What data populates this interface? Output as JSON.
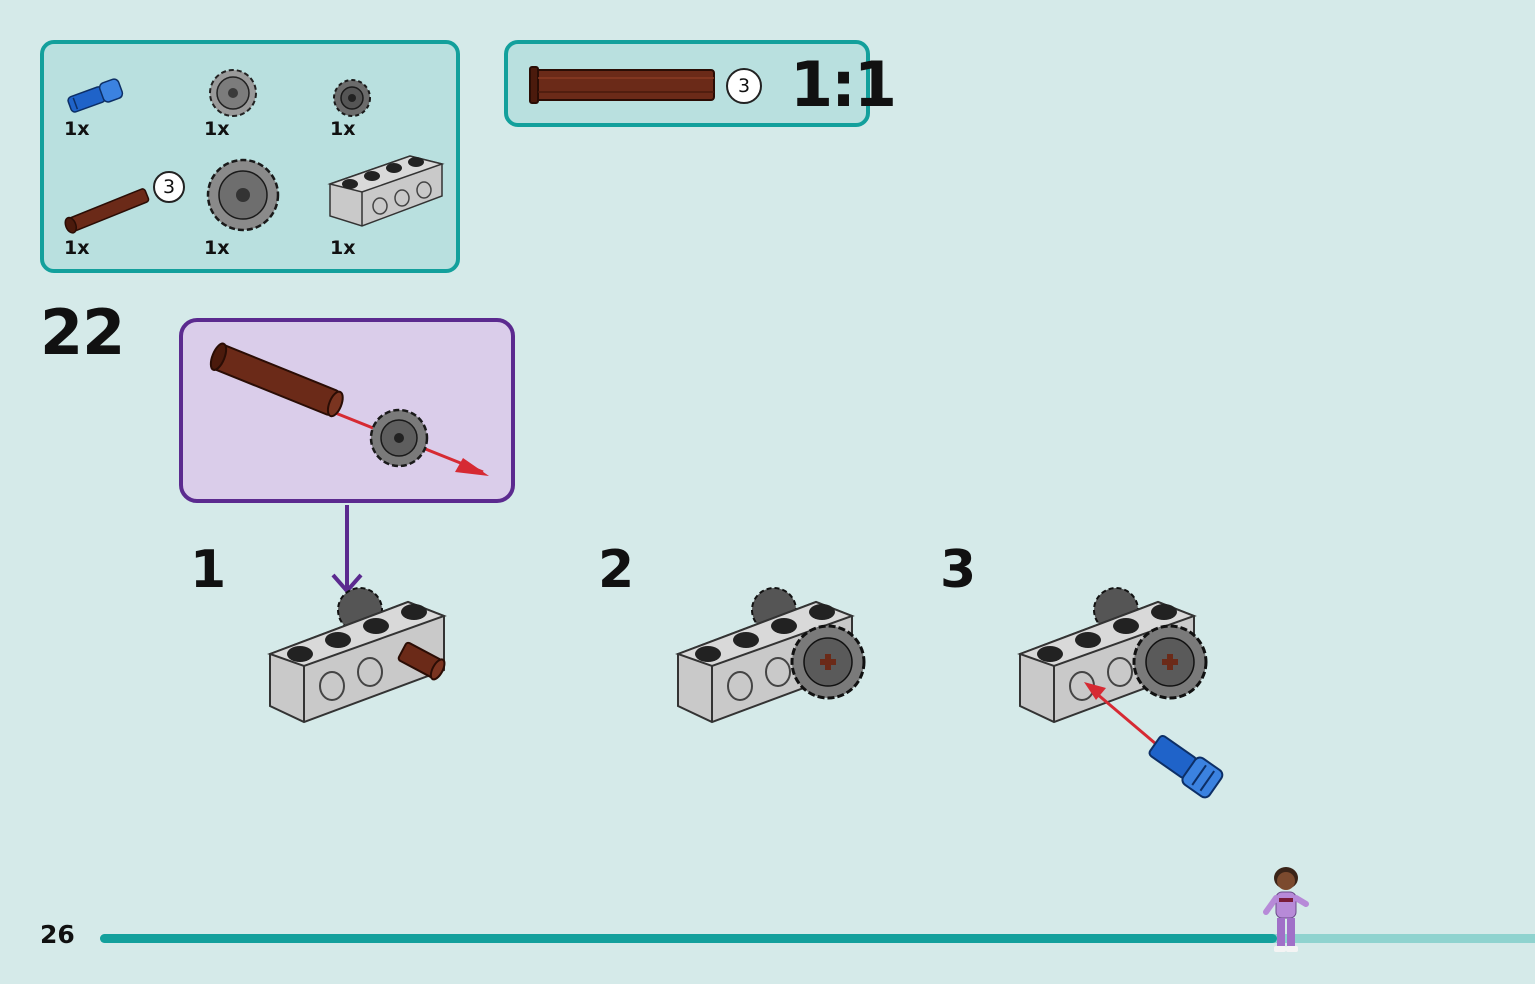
{
  "parts_list": {
    "items": [
      {
        "name": "blue-connector-pin",
        "qty": "1x"
      },
      {
        "name": "small-gear-light",
        "qty": "1x"
      },
      {
        "name": "small-gear-dark",
        "qty": "1x"
      },
      {
        "name": "brown-axle-3",
        "qty": "1x",
        "callout": "3"
      },
      {
        "name": "large-gear",
        "qty": "1x"
      },
      {
        "name": "technic-brick-1x4",
        "qty": "1x"
      }
    ]
  },
  "scale_reference": {
    "callout": "3",
    "ratio": "1:1"
  },
  "step": {
    "number": "22",
    "substeps": [
      "1",
      "2",
      "3"
    ]
  },
  "footer": {
    "page_number": "26",
    "progress": 0.82
  },
  "colors": {
    "accent_teal": "#13a09c",
    "substep_purple": "#5b2a8f",
    "arrow_red": "#d62a33",
    "axle_brown": "#6b2a18",
    "pin_blue": "#1f63c9"
  }
}
